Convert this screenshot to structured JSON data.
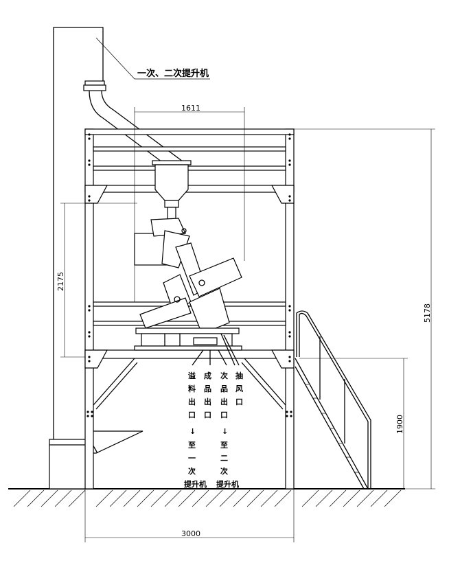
{
  "title": "一次、二次提升机",
  "dimensions": {
    "top_width": "1611",
    "total_height": "5178",
    "upper_height": "2175",
    "stand_height": "1900",
    "base_width": "3000"
  },
  "outlets": [
    {
      "chars": [
        "溢",
        "料",
        "出",
        "口"
      ],
      "arrow": "↓",
      "dest": [
        "至",
        "一",
        "次",
        "提升机"
      ]
    },
    {
      "chars": [
        "成",
        "品",
        "出",
        "口"
      ]
    },
    {
      "chars": [
        "次",
        "品",
        "出",
        "口"
      ],
      "arrow": "↓",
      "dest": [
        "至",
        "二",
        "次",
        "提升机"
      ]
    },
    {
      "chars": [
        "抽",
        "风",
        "口"
      ]
    }
  ]
}
